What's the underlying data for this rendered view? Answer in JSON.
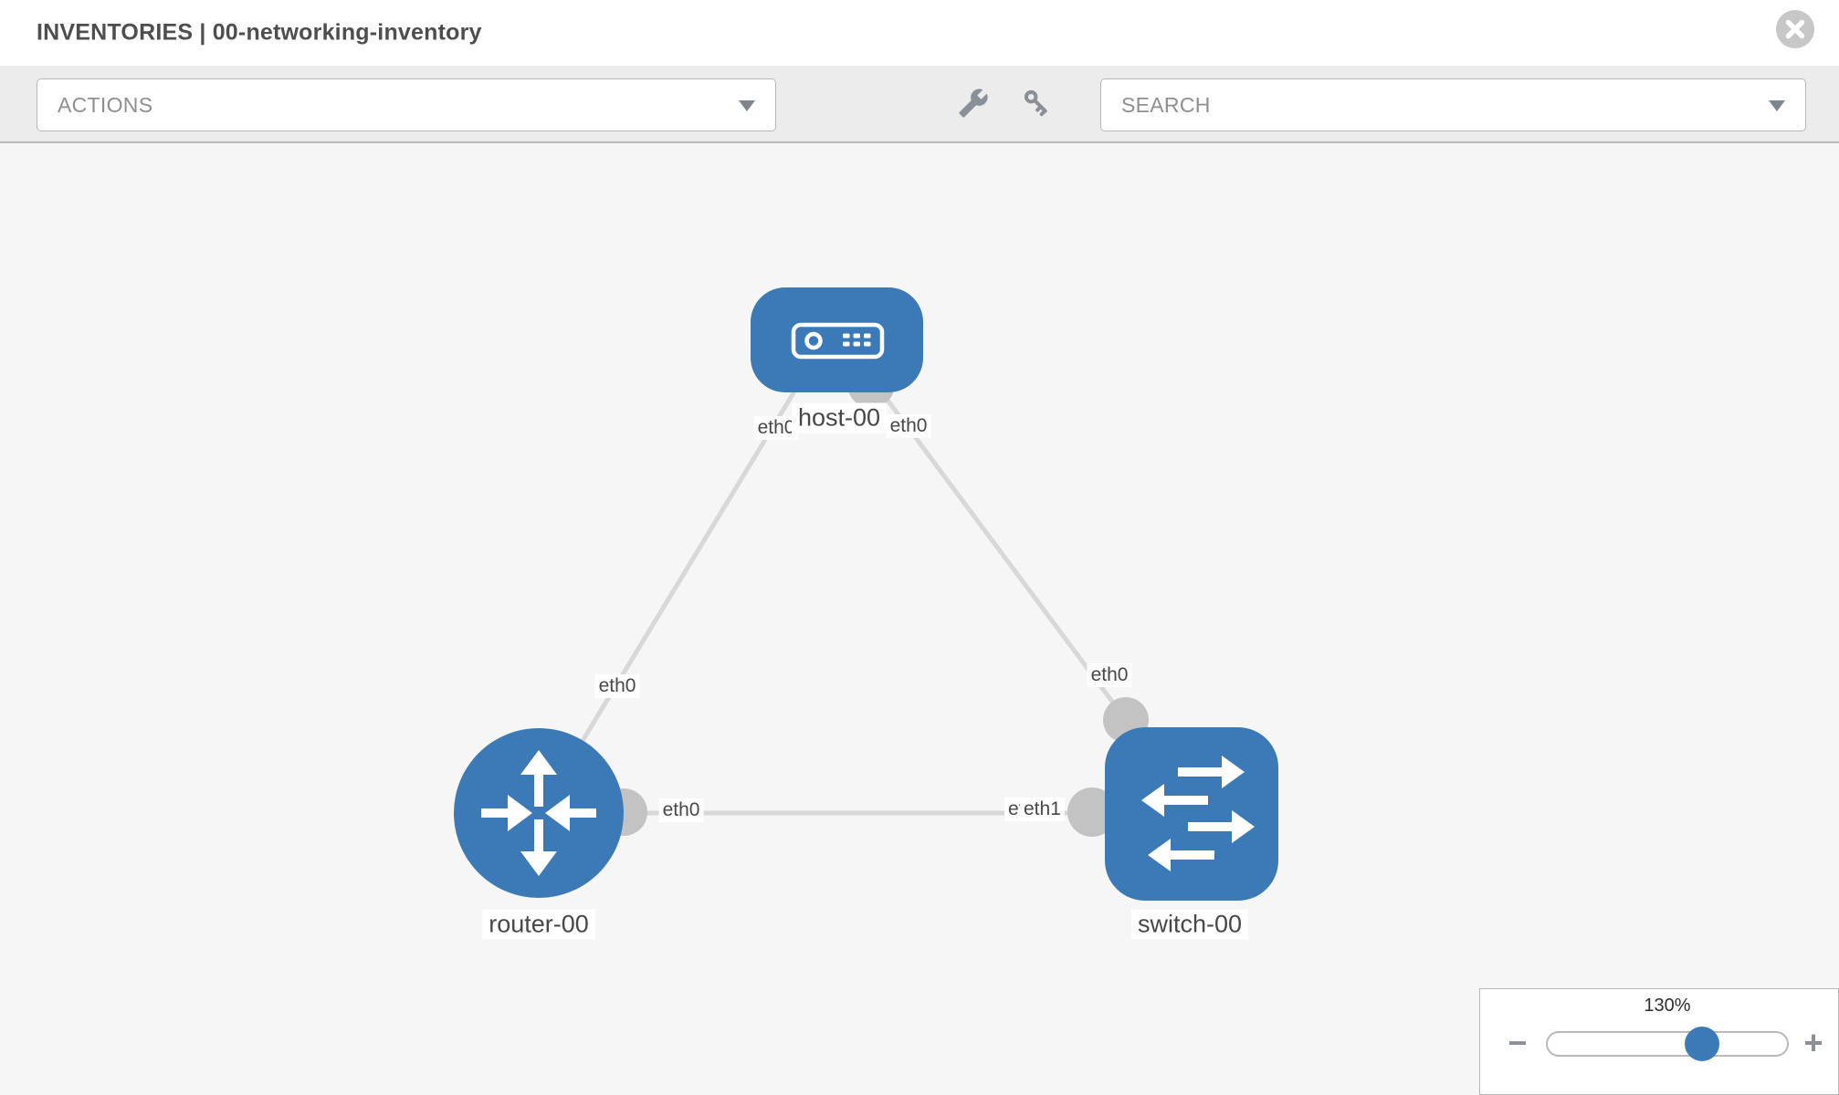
{
  "header": {
    "title": "INVENTORIES | 00-networking-inventory"
  },
  "toolbar": {
    "actions_dropdown": "ACTIONS",
    "search_placeholder": "SEARCH"
  },
  "graph": {
    "nodes": [
      {
        "name": "host-00",
        "type": "host"
      },
      {
        "name": "router-00",
        "type": "router"
      },
      {
        "name": "switch-00",
        "type": "switch"
      }
    ],
    "links": [
      {
        "source": "host-00",
        "source_port": "eth0",
        "target": "router-00",
        "target_port": "eth0"
      },
      {
        "source": "host-00",
        "source_port": "eth0",
        "target": "switch-00",
        "target_port": "eth0"
      },
      {
        "source": "router-00",
        "source_port": "eth0",
        "target": "switch-00",
        "target_port": "eth1"
      }
    ],
    "node_labels": [
      "host-00",
      "router-00",
      "switch-00"
    ],
    "port_labels": [
      "eth0",
      "eth0",
      "eth0",
      "eth0",
      "eth0",
      "eth0",
      "eth1"
    ]
  },
  "zoom_control": {
    "level": "130%",
    "minus_label": "−",
    "plus_label": "+"
  },
  "colors": {
    "node_fill": "#3b7ab7",
    "edge": "#d8d8d8",
    "interface_circle": "#c3c3c3"
  }
}
